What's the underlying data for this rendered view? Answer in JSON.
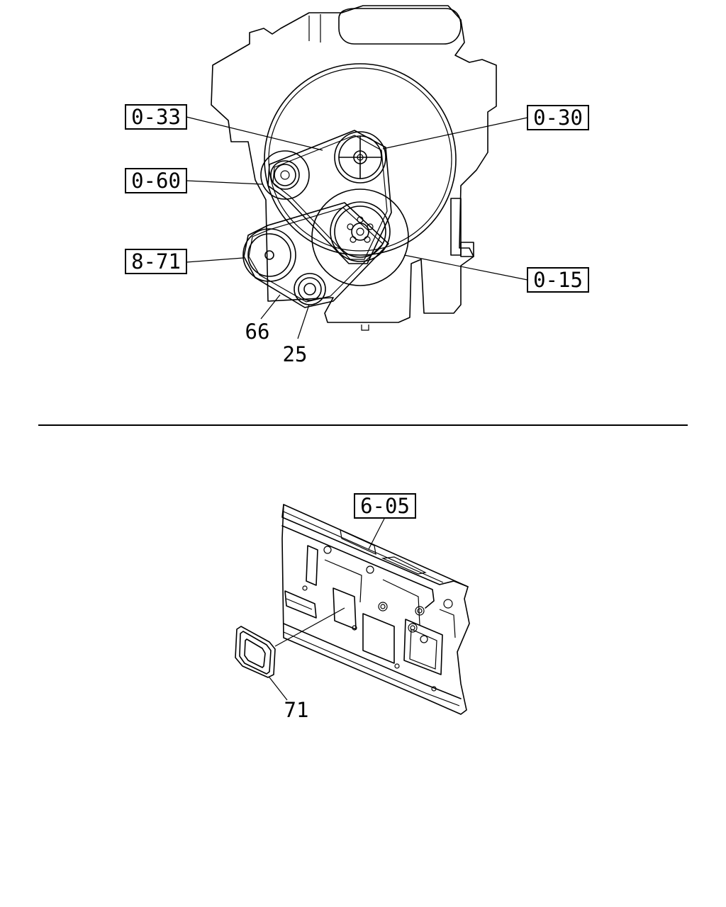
{
  "upper_diagram": {
    "callouts": {
      "c033": "0-33",
      "c030": "0-30",
      "c060": "0-60",
      "c871": "8-71",
      "c015": "0-15"
    },
    "part_numbers": {
      "p66": "66",
      "p25": "25"
    }
  },
  "lower_diagram": {
    "callouts": {
      "c605": "6-05"
    },
    "part_numbers": {
      "p71": "71"
    }
  }
}
